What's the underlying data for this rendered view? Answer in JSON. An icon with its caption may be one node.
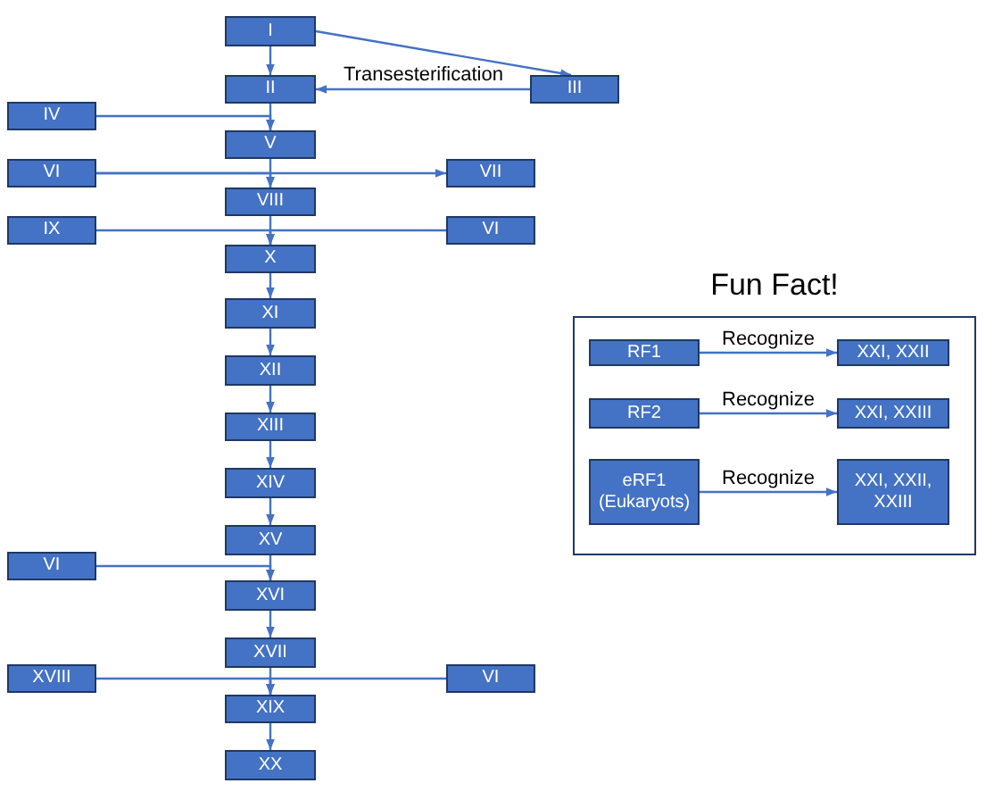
{
  "diagram": {
    "nodes": [
      {
        "text": [
          "I"
        ]
      },
      {
        "text": [
          "II"
        ]
      },
      {
        "text": [
          "III"
        ]
      },
      {
        "text": [
          "IV"
        ]
      },
      {
        "text": [
          "V"
        ]
      },
      {
        "text": [
          "VI"
        ]
      },
      {
        "text": [
          "VII"
        ]
      },
      {
        "text": [
          "VIII"
        ]
      },
      {
        "text": [
          "IX"
        ]
      },
      {
        "text": [
          "VI"
        ]
      },
      {
        "text": [
          "X"
        ]
      },
      {
        "text": [
          "XI"
        ]
      },
      {
        "text": [
          "XII"
        ]
      },
      {
        "text": [
          "XIII"
        ]
      },
      {
        "text": [
          "XIV"
        ]
      },
      {
        "text": [
          "XV"
        ]
      },
      {
        "text": [
          "VI"
        ]
      },
      {
        "text": [
          "XVI"
        ]
      },
      {
        "text": [
          "XVII"
        ]
      },
      {
        "text": [
          "XVIII"
        ]
      },
      {
        "text": [
          "VI"
        ]
      },
      {
        "text": [
          "XIX"
        ]
      },
      {
        "text": [
          "XX"
        ]
      },
      {
        "text": [
          "Fun Fact!"
        ]
      },
      {
        "text": [
          "RF1"
        ],
        "in": 23
      },
      {
        "text": [
          "XXI, XXII"
        ],
        "in": 23
      },
      {
        "text": [
          "RF2"
        ],
        "in": 23
      },
      {
        "text": [
          "XXI, XXIII"
        ],
        "in": 23
      },
      {
        "text": [
          "eRF1 (Eukaryots)"
        ],
        "in": 23
      },
      {
        "text": [
          "XXI, XXII, XXIII"
        ],
        "in": 23
      }
    ],
    "edges": [
      {
        "from": 0,
        "to": 1,
        "arrow": "to"
      },
      {
        "from": 0,
        "to": 2,
        "arrow": "to"
      },
      {
        "from": 2,
        "to": 1,
        "arrow": "to",
        "label": "Transesterification"
      },
      {
        "from": 1,
        "to": 4,
        "arrow": "to"
      },
      {
        "from": 3,
        "to": 4,
        "arrow": "to"
      },
      {
        "from": 4,
        "to": 7,
        "arrow": "to"
      },
      {
        "from": 5,
        "to": 7,
        "arrow": "to"
      },
      {
        "from": 5,
        "to": 6,
        "arrow": "to"
      },
      {
        "from": 7,
        "to": 10,
        "arrow": "to"
      },
      {
        "from": 8,
        "to": 10,
        "arrow": "to"
      },
      {
        "from": 9,
        "to": 10,
        "arrow": "to"
      },
      {
        "from": 10,
        "to": 11,
        "arrow": "to"
      },
      {
        "from": 11,
        "to": 12,
        "arrow": "to"
      },
      {
        "from": 12,
        "to": 13,
        "arrow": "to"
      },
      {
        "from": 13,
        "to": 14,
        "arrow": "to"
      },
      {
        "from": 14,
        "to": 15,
        "arrow": "to"
      },
      {
        "from": 15,
        "to": 17,
        "arrow": "to"
      },
      {
        "from": 16,
        "to": 17,
        "arrow": "to"
      },
      {
        "from": 17,
        "to": 18,
        "arrow": "to"
      },
      {
        "from": 18,
        "to": 21,
        "arrow": "to"
      },
      {
        "from": 19,
        "to": 21,
        "arrow": "to"
      },
      {
        "from": 20,
        "to": 21,
        "arrow": "to"
      },
      {
        "from": 21,
        "to": 22,
        "arrow": "to"
      },
      {
        "from": 24,
        "to": 25,
        "arrow": "to",
        "label": "Recognize"
      },
      {
        "from": 26,
        "to": 27,
        "arrow": "to",
        "label": "Recognize"
      },
      {
        "from": 28,
        "to": 29,
        "arrow": "to",
        "label": "Recognize"
      }
    ]
  }
}
